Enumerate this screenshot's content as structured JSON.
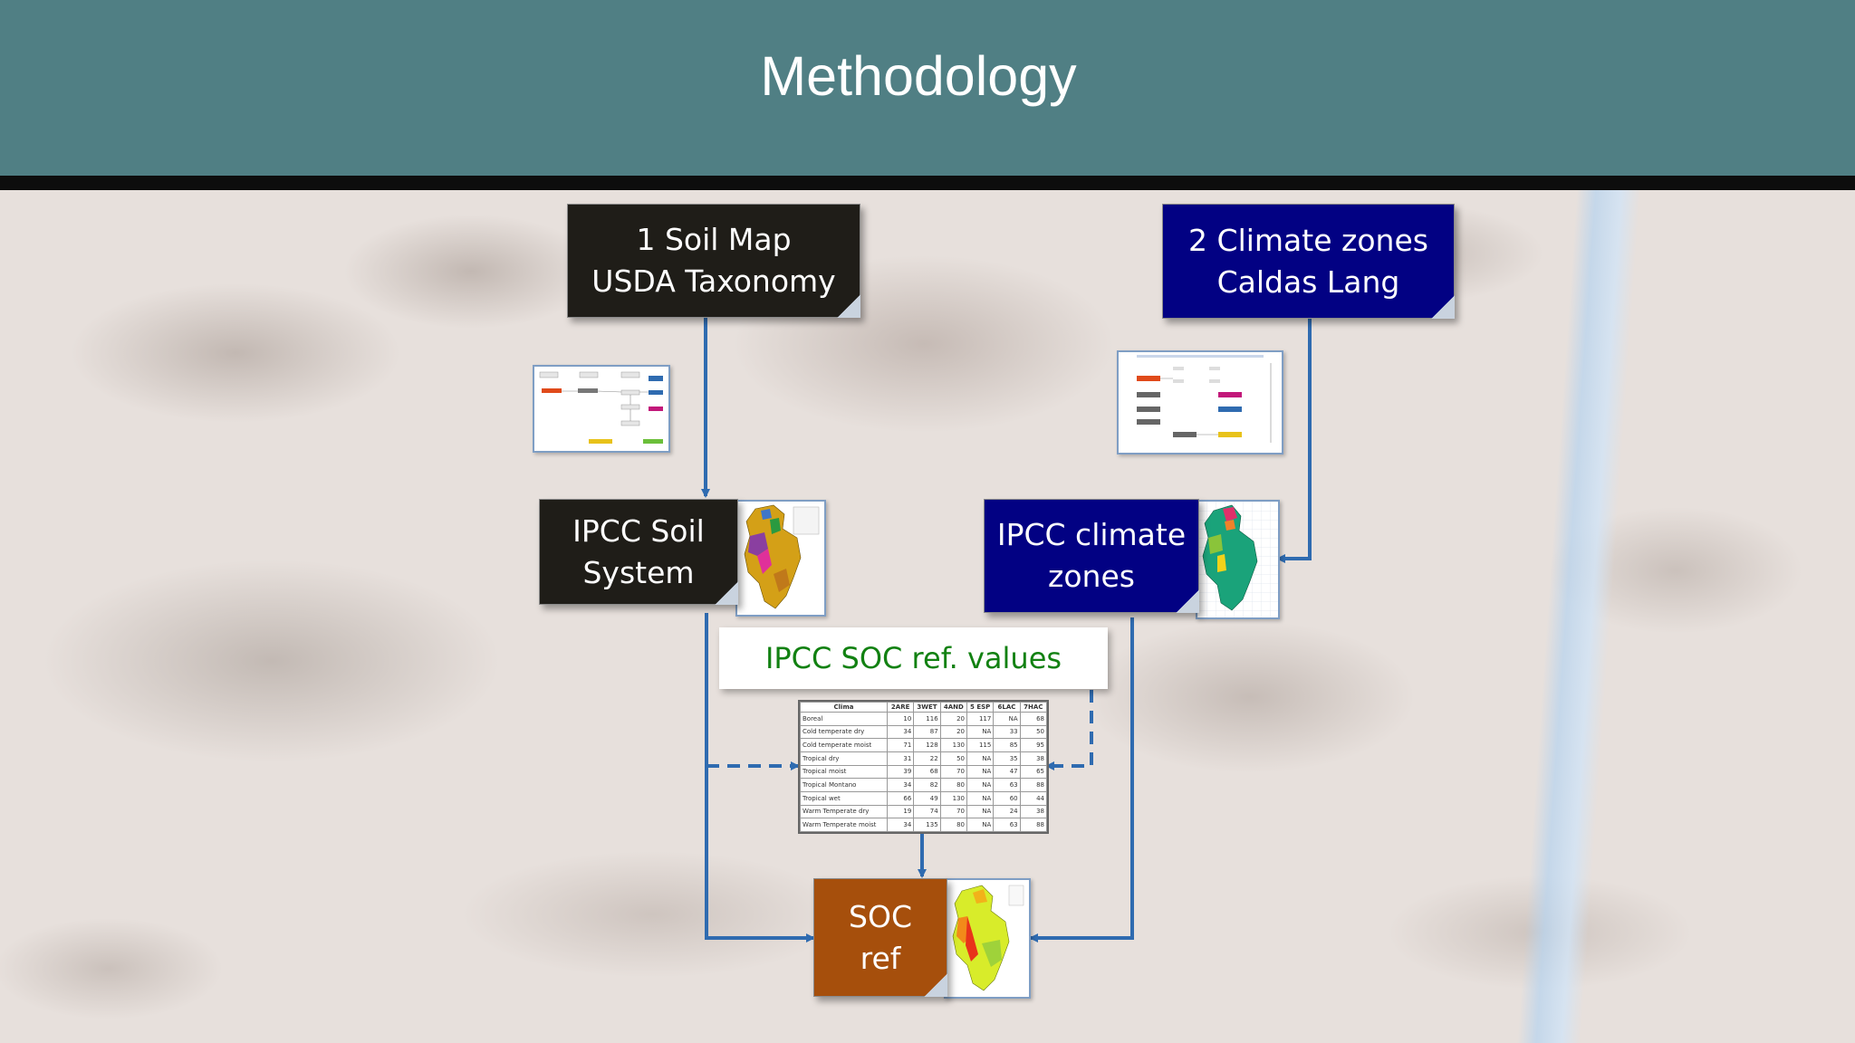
{
  "slide": {
    "title": "Methodology"
  },
  "nodes": {
    "soil_map": {
      "line1": "1 Soil Map",
      "line2": "USDA Taxonomy",
      "color": "#1f1d18"
    },
    "climate_zones": {
      "line1": "2 Climate zones",
      "line2": "Caldas Lang",
      "color": "#020183"
    },
    "ipcc_soil": {
      "line1": "IPCC Soil",
      "line2": "System",
      "color": "#1f1d18"
    },
    "ipcc_climate": {
      "line1": "IPCC climate",
      "line2": "zones",
      "color": "#020183"
    },
    "soc_values": {
      "label": "IPCC SOC ref. values",
      "color": "#128112"
    },
    "soc_ref": {
      "line1": "SOC",
      "line2": "ref",
      "color": "#a64f0c"
    }
  },
  "connector_color": "#2f6bb0",
  "soc_table": {
    "headers": [
      "Clima",
      "2ARE",
      "3WET",
      "4AND",
      "5 ESP",
      "6LAC",
      "7HAC"
    ],
    "rows": [
      [
        "Boreal",
        "10",
        "116",
        "20",
        "117",
        "NA",
        "68"
      ],
      [
        "Cold temperate dry",
        "34",
        "87",
        "20",
        "NA",
        "33",
        "50"
      ],
      [
        "Cold temperate moist",
        "71",
        "128",
        "130",
        "115",
        "85",
        "95"
      ],
      [
        "Tropical dry",
        "31",
        "22",
        "50",
        "NA",
        "35",
        "38"
      ],
      [
        "Tropical moist",
        "39",
        "68",
        "70",
        "NA",
        "47",
        "65"
      ],
      [
        "Tropical Montano",
        "34",
        "82",
        "80",
        "NA",
        "63",
        "88"
      ],
      [
        "Tropical wet",
        "66",
        "49",
        "130",
        "NA",
        "60",
        "44"
      ],
      [
        "Warm Temperate dry",
        "19",
        "74",
        "70",
        "NA",
        "24",
        "38"
      ],
      [
        "Warm Temperate moist",
        "34",
        "135",
        "80",
        "NA",
        "63",
        "88"
      ]
    ]
  }
}
